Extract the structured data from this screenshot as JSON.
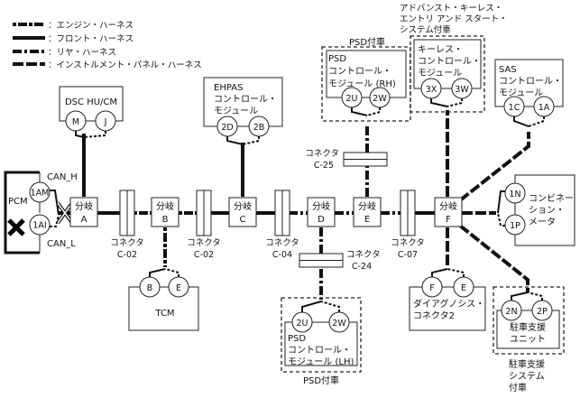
{
  "legend": [
    {
      "style": "engine",
      "label": "：エンジン・ハーネス"
    },
    {
      "style": "front",
      "label": "：フロント・ハーネス"
    },
    {
      "style": "rear",
      "label": "：リヤ・ハーネス"
    },
    {
      "style": "inst",
      "label": "：インストルメント・パネル・ハーネス"
    }
  ],
  "pcm": {
    "label": "PCM",
    "pin_h": "1AM",
    "pin_l": "1AI",
    "can_h": "CAN_H",
    "can_l": "CAN_L",
    "fault_icon": "x-mark-icon"
  },
  "branches": {
    "prefix": "分岐",
    "A": "A",
    "B": "B",
    "C": "C",
    "D": "D",
    "E": "E",
    "F": "F"
  },
  "connectors": {
    "label": "コネクタ",
    "c02a": "C-02",
    "c02b": "C-02",
    "c04": "C-04",
    "c07": "C-07",
    "c25": "C-25",
    "c24": "C-24"
  },
  "modules": {
    "dsc": {
      "label": "DSC HU/CM",
      "pin1": "M",
      "pin2": "J"
    },
    "ehpas": {
      "line1": "EHPAS",
      "line2": "コントロール・",
      "line3": "モジュール",
      "pin1": "2D",
      "pin2": "2B"
    },
    "psd_rh": {
      "option": "PSD付車",
      "line1": "PSD",
      "line2": "コントロール・",
      "line3": "モジュール (RH)",
      "pin1": "2U",
      "pin2": "2W"
    },
    "keyless": {
      "option1": "アドバンスト・キーレス・",
      "option2": "エントリ アンド スタート・",
      "option3": "システム付車",
      "line1": "キーレス・",
      "line2": "コントロール・",
      "line3": "モジュール",
      "pin1": "3X",
      "pin2": "3W"
    },
    "sas": {
      "line1": "SAS",
      "line2": "コントロール・",
      "line3": "モジュール",
      "pin1": "1C",
      "pin2": "1A"
    },
    "combi": {
      "line1": "コンビネー",
      "line2": "ション・",
      "line3": "メータ",
      "pin1": "1N",
      "pin2": "1P"
    },
    "tcm": {
      "label": "TCM",
      "pin1": "B",
      "pin2": "E"
    },
    "psd_lh": {
      "option": "PSD付車",
      "line1": "PSD",
      "line2": "コントロール・",
      "line3": "モジュール (LH)",
      "pin1": "2U",
      "pin2": "2W"
    },
    "diag": {
      "line1": "ダイアグノシス・",
      "line2": "コネクタ2",
      "pin1": "F",
      "pin2": "E"
    },
    "park": {
      "line1": "駐車支援",
      "line2": "ユニット",
      "pin1": "2N",
      "pin2": "2P",
      "option1": "駐車支援",
      "option2": "システム",
      "option3": "付車"
    }
  }
}
